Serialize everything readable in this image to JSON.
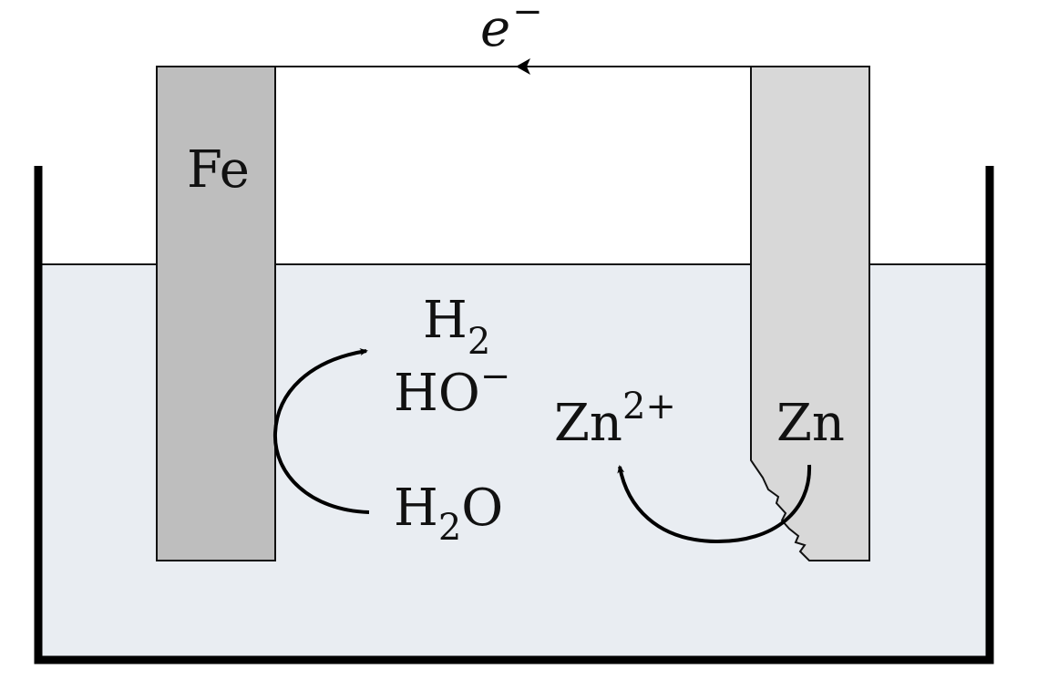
{
  "electron": {
    "base": "e",
    "superscript": "−"
  },
  "anode_metal": {
    "label": "Fe"
  },
  "cathode_metal": {
    "label": "Zn"
  },
  "species": {
    "h2": {
      "base": "H",
      "subscript": "2"
    },
    "hydroxide": {
      "base": "HO",
      "superscript": "−"
    },
    "water": {
      "base": "H",
      "subscript": "2",
      "tail": "O"
    },
    "zinc_ion": {
      "base": "Zn",
      "superscript": "2+"
    }
  },
  "colors": {
    "solution": "#e9edf2",
    "fe_electrode": "#bebebe",
    "zn_electrode": "#d8d8d8",
    "outline": "#111111",
    "container": "#000000"
  }
}
